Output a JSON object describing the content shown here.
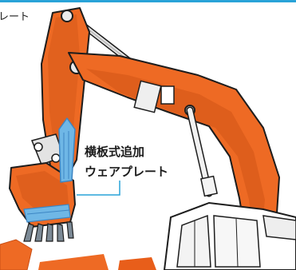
{
  "header": {
    "cut_label": "レート"
  },
  "callout": {
    "line1": "横板式追加",
    "line2": "ウェアプレート"
  },
  "colors": {
    "accent": "#29a3d8",
    "body_orange": "#ee6a24",
    "dark_orange": "#c94f15",
    "outline": "#1d1d1d",
    "plate_blue": "#6fb7e6",
    "plate_blue_dark": "#3d86c4"
  },
  "icons": [
    "excavator-illustration",
    "wear-plate-highlight",
    "callout-leader-line"
  ]
}
